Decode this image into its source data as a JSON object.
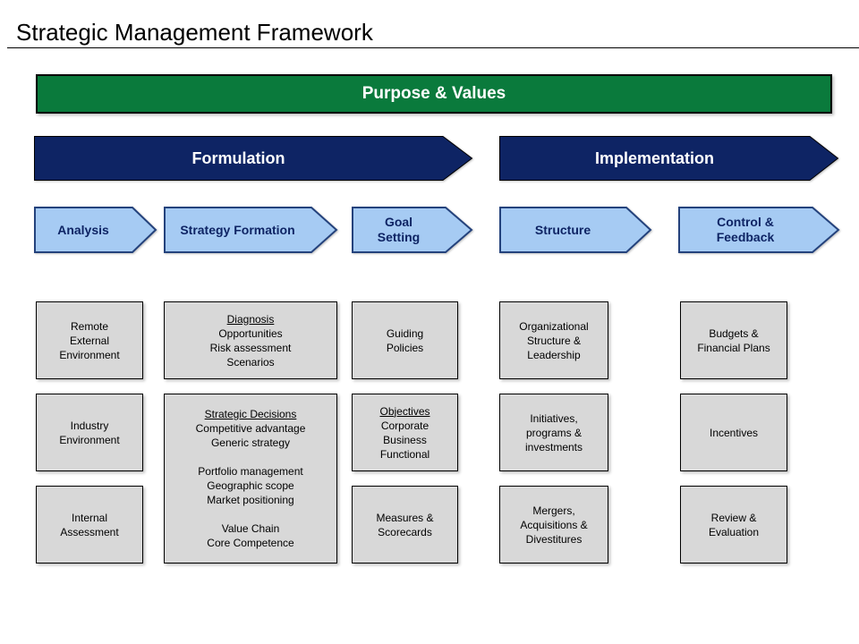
{
  "title": "Strategic Management Framework",
  "banner": {
    "label": "Purpose & Values"
  },
  "phases": [
    {
      "label": "Formulation"
    },
    {
      "label": "Implementation"
    }
  ],
  "steps": {
    "analysis": {
      "lines": [
        "Analysis"
      ]
    },
    "strategy_formation": {
      "lines": [
        "Strategy Formation"
      ]
    },
    "goal_setting": {
      "lines": [
        "Goal",
        "Setting"
      ]
    },
    "structure": {
      "lines": [
        "Structure"
      ]
    },
    "control_feedback": {
      "lines": [
        "Control &",
        "Feedback"
      ]
    }
  },
  "boxes": {
    "remote_external_environment": {
      "lines": [
        "Remote",
        "External",
        "Environment"
      ]
    },
    "industry_environment": {
      "lines": [
        "Industry",
        "Environment"
      ]
    },
    "internal_assessment": {
      "lines": [
        "Internal",
        "Assessment"
      ]
    },
    "diagnosis": {
      "lines": [
        {
          "t": "Diagnosis",
          "u": true
        },
        "Opportunities",
        "Risk assessment",
        "Scenarios"
      ]
    },
    "strategic_decisions": {
      "lines": [
        {
          "t": "Strategic Decisions",
          "u": true
        },
        "Competitive advantage",
        "Generic strategy",
        "",
        "Portfolio management",
        "Geographic scope",
        "Market positioning",
        "",
        "Value Chain",
        "Core Competence"
      ]
    },
    "guiding_policies": {
      "lines": [
        "Guiding",
        "Policies"
      ]
    },
    "objectives": {
      "lines": [
        {
          "t": "Objectives",
          "u": true
        },
        "Corporate",
        "Business",
        "Functional"
      ]
    },
    "measures_scorecards": {
      "lines": [
        "Measures &",
        "Scorecards"
      ]
    },
    "org_structure_leadership": {
      "lines": [
        "Organizational",
        "Structure &",
        "Leadership"
      ]
    },
    "initiatives_programs": {
      "lines": [
        "Initiatives,",
        "programs &",
        "investments"
      ]
    },
    "mergers_acquisitions": {
      "lines": [
        "Mergers,",
        "Acquisitions &",
        "Divestitures"
      ]
    },
    "budgets_financial_plans": {
      "lines": [
        "Budgets &",
        "Financial Plans"
      ]
    },
    "incentives": {
      "lines": [
        "Incentives"
      ]
    },
    "review_evaluation": {
      "lines": [
        "Review &",
        "Evaluation"
      ]
    }
  },
  "colors": {
    "banner_green": "#0A7A3C",
    "navy": "#0E2464",
    "step_fill": "#A6CBF3",
    "step_border": "#24427C",
    "box_fill": "#D8D8D8"
  }
}
